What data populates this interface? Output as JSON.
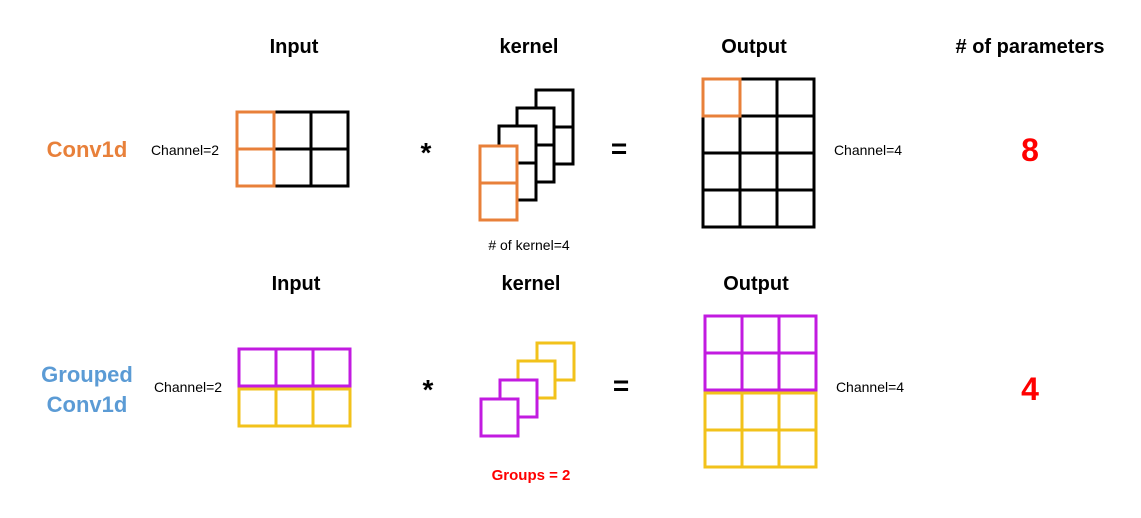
{
  "colors": {
    "orange": "#E8803A",
    "blue": "#5B9BD5",
    "purple": "#C21BE0",
    "yellow": "#F2C21B",
    "red": "#FF0000",
    "black": "#000000"
  },
  "headers": {
    "input": "Input",
    "kernel": "kernel",
    "output": "Output",
    "params": "# of parameters"
  },
  "row1": {
    "label": "Conv1d",
    "input_channel": "Channel=2",
    "times_op": "*",
    "equals_op": "=",
    "kernel_note": "# of kernel=4",
    "output_channel": "Channel=4",
    "param_count": "8"
  },
  "row2": {
    "label_line1": "Grouped",
    "label_line2": "Conv1d",
    "input_channel": "Channel=2",
    "times_op": "*",
    "equals_op": "=",
    "groups_note": "Groups = 2",
    "output_channel": "Channel=4",
    "param_count": "4"
  }
}
